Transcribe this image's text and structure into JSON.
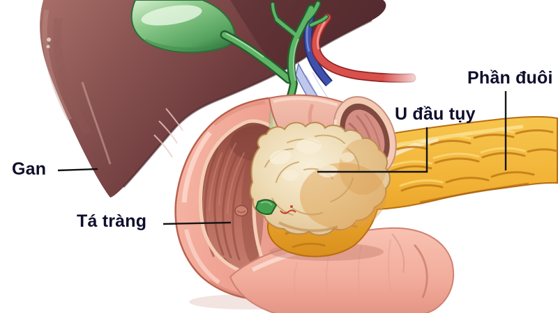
{
  "figure": {
    "labels": {
      "liver": "Gan",
      "duodenum": "Tá tràng",
      "tumor": "U đầu tụy",
      "pancreas_tail": "Phần đuôi"
    },
    "colors": {
      "background": "#ffffff",
      "label": "#0e0e2c",
      "pointer": "#141414",
      "liver": "#7a4a49",
      "gallbladder": "#7cc47e",
      "bile_duct": "#5eb566",
      "artery": "#d9504c",
      "portal_vein": "#3f51ae",
      "duodenum": "#f0a494",
      "mucosa": "#b06357",
      "tumor": "#ecd9b4",
      "pancreas": "#f2b432",
      "intestine": "#f4b3a6"
    }
  }
}
